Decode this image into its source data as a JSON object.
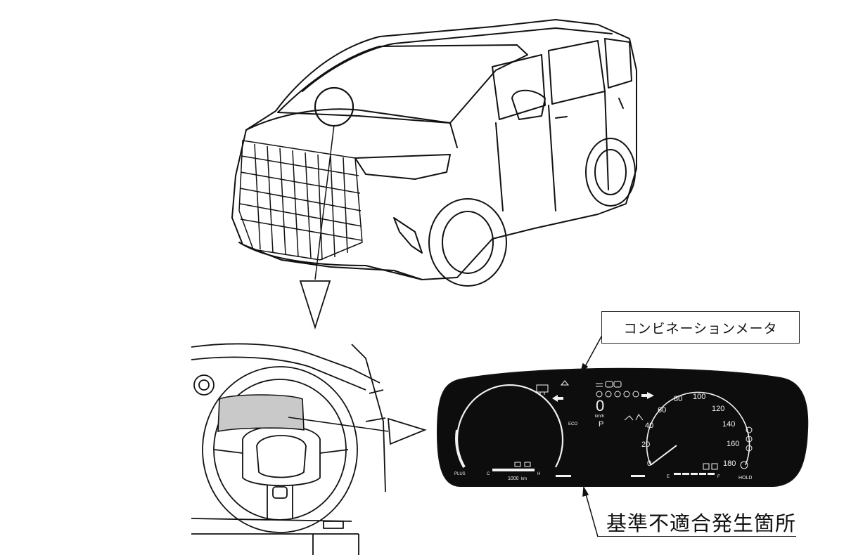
{
  "labels": {
    "meter_callout": "コンビネーションメータ",
    "fault_callout": "基準不適合発生箇所"
  },
  "cluster": {
    "speed_value": "0",
    "speed_unit": "km/h",
    "gear": "P",
    "odometer": "1000",
    "odometer_unit": "km",
    "eco_label": "ECO",
    "hold_label": "HOLD",
    "power_label": "PLUS",
    "fuel_empty": "E",
    "fuel_full": "F",
    "temp_cold": "C",
    "temp_hot": "H",
    "speed_ticks": [
      "0",
      "20",
      "40",
      "60",
      "80",
      "100",
      "120",
      "140",
      "160",
      "180"
    ]
  },
  "colors": {
    "line": "#111111",
    "cluster_bg": "#0d0d0d",
    "cluster_fg": "#f2f2f2",
    "highlight": "#c9c9c9"
  }
}
